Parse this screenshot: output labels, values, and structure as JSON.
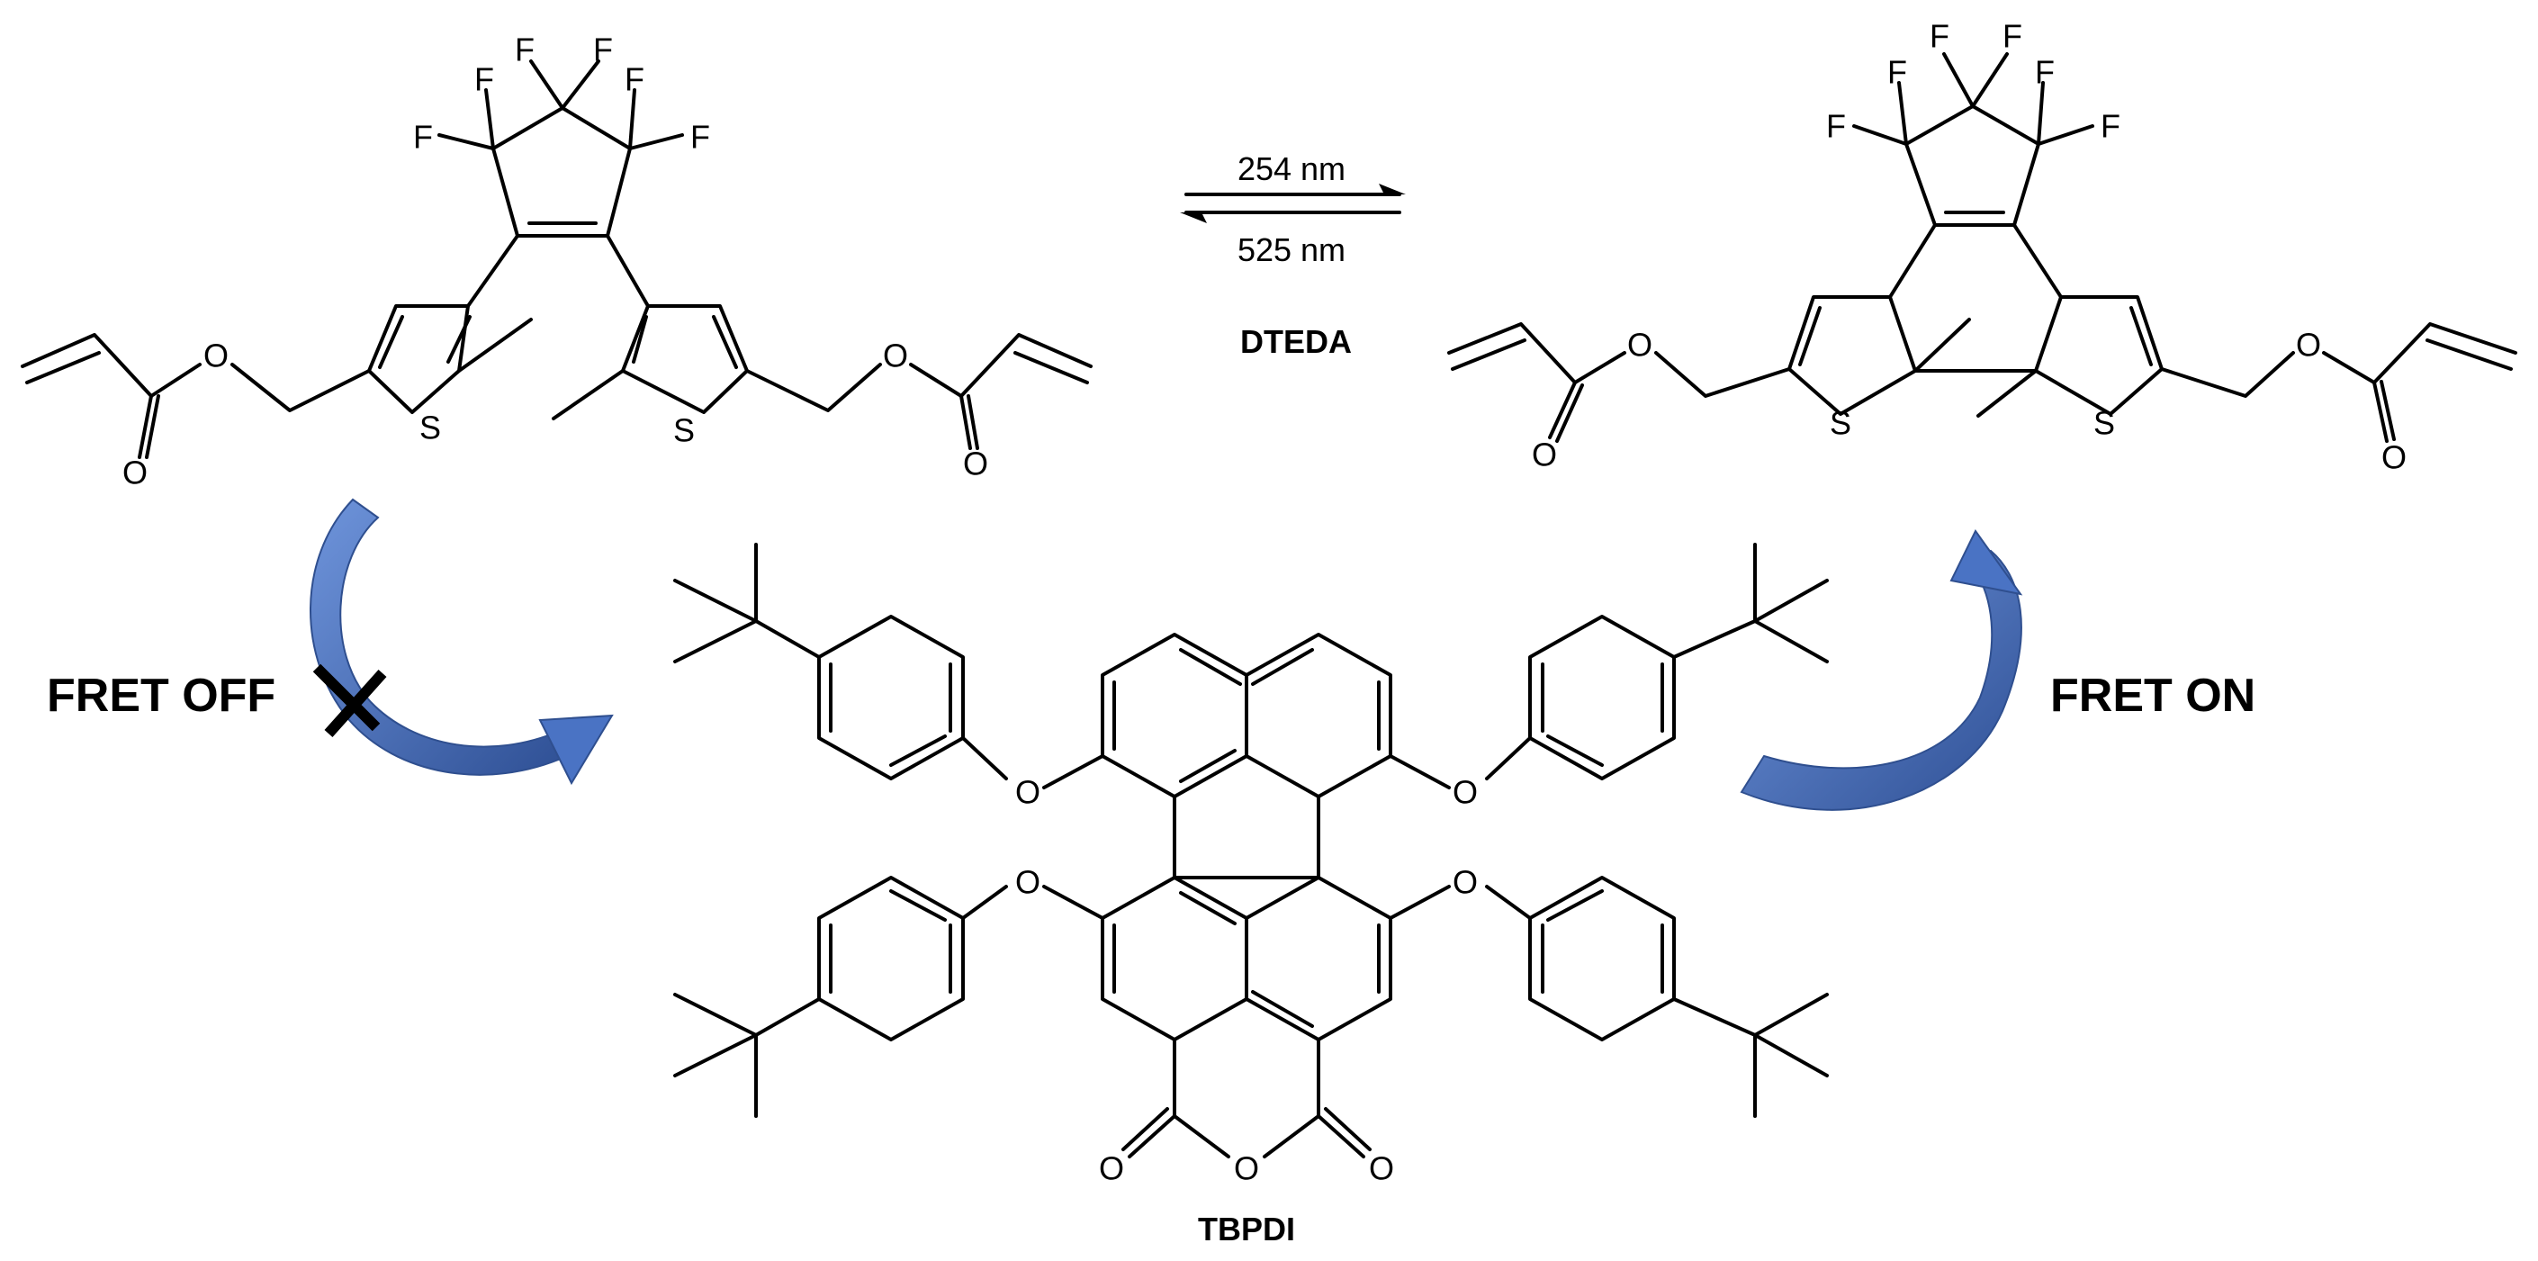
{
  "molecules": {
    "open_form": {
      "atoms": {
        "fluorine": "F",
        "sulfur": "S",
        "oxygen": "O"
      }
    },
    "closed_form": {
      "atoms": {
        "fluorine": "F",
        "sulfur": "S",
        "oxygen": "O"
      }
    },
    "dte_name": "DTEDA",
    "dye_name": "TBPDI"
  },
  "photoswitch": {
    "forward_label": "254 nm",
    "reverse_label": "525 nm"
  },
  "energy_transfer": {
    "off_label": "FRET OFF",
    "on_label": "FRET ON",
    "arrow_color": "#4a73c4",
    "block_mark": "cross"
  }
}
